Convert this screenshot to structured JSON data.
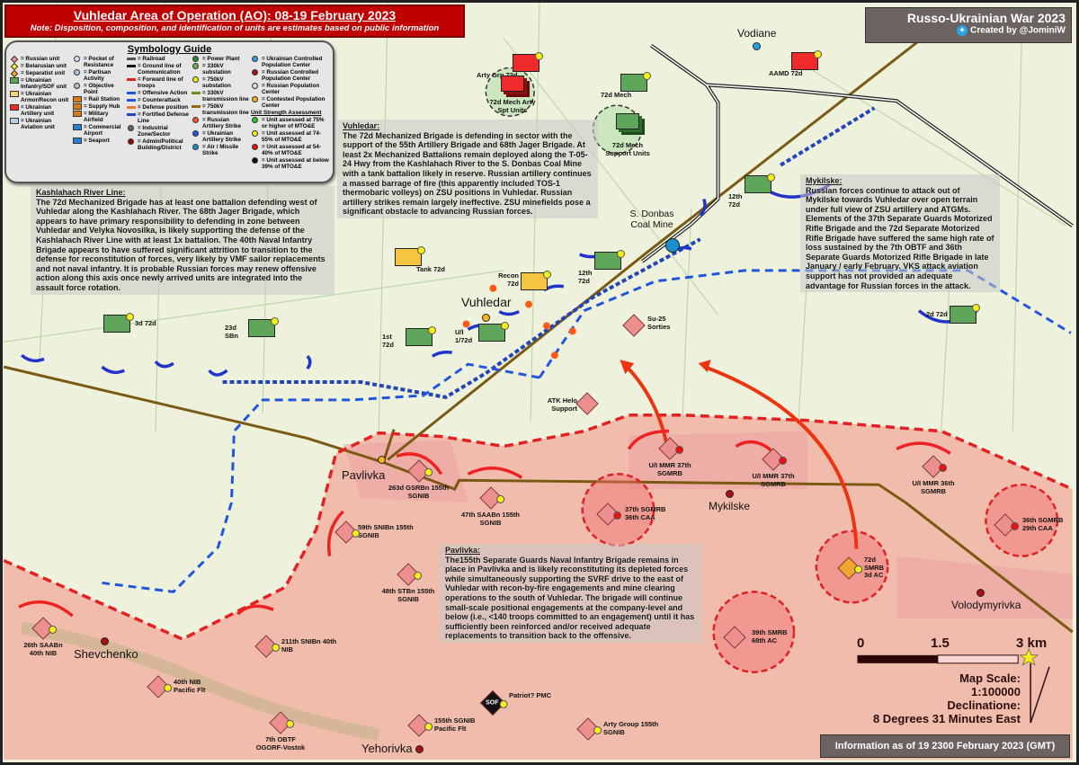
{
  "header": {
    "title": "Vuhledar Area of Operation (AO): 08-19 February 2023",
    "note": "Note: Disposition, composition, and identification of units are estimates based on public information"
  },
  "brand": {
    "title": "Russo-Ukrainian War 2023",
    "credit": "Created by @JominiW",
    "icon": "twitter-bird-icon"
  },
  "legend": {
    "title": "Symbology Guide",
    "columns": [
      [
        {
          "s": "dia",
          "c": "#ee8f8f",
          "t": "= Russian unit"
        },
        {
          "s": "dia",
          "c": "#f7ee1a",
          "t": "= Belarusian unit"
        },
        {
          "s": "dia",
          "c": "#f3a531",
          "t": "= Separatist unit"
        },
        {
          "s": "rect",
          "c": "#5fa65a",
          "t": "= Ukrainian Infantry/SOF unit"
        },
        {
          "s": "rect",
          "c": "#f5d27a",
          "t": "= Ukrainian Armor/Recon unit"
        },
        {
          "s": "rect",
          "c": "#ee2a2a",
          "t": "= Ukrainian Artillery unit"
        },
        {
          "s": "rect",
          "c": "#b8cfe8",
          "t": "= Ukrainian Aviation unit"
        }
      ],
      [
        {
          "s": "cir",
          "c": "#cfe0f7",
          "t": "= Pocket of Resistance"
        },
        {
          "s": "cir",
          "c": "#a9c4ee",
          "t": "= Partisan Activity"
        },
        {
          "s": "cir",
          "c": "#bbbbbb",
          "t": "= Objective Point"
        },
        {
          "s": "rect",
          "c": "#d97a1c",
          "t": "= Rail Station"
        },
        {
          "s": "rect",
          "c": "#d97a1c",
          "t": "= Supply Hub"
        },
        {
          "s": "rect",
          "c": "#d97a1c",
          "t": "= Military Airfield"
        },
        {
          "s": "rect",
          "c": "#2b7fd0",
          "t": "= Commercial Airport"
        },
        {
          "s": "rect",
          "c": "#2b7fd0",
          "t": "= Seaport"
        }
      ],
      [
        {
          "s": "line",
          "c": "#555555",
          "t": "= Railroad"
        },
        {
          "s": "line",
          "c": "#111111",
          "t": "= Ground line of Communication"
        },
        {
          "s": "line",
          "c": "#e22222",
          "t": "= Forward line of troops"
        },
        {
          "s": "line",
          "c": "#2255dd",
          "t": "= Offensive Action"
        },
        {
          "s": "line",
          "c": "#2255dd",
          "t": "= Counterattack"
        },
        {
          "s": "line",
          "c": "#ee7733",
          "t": "= Defense position"
        },
        {
          "s": "line",
          "c": "#2244bb",
          "t": "= Fortified Defense Line"
        },
        {
          "s": "cir",
          "c": "#556677",
          "t": "= Industrial Zone/Sector"
        },
        {
          "s": "cir",
          "c": "#8a1010",
          "t": "= Admin/Political Building/District"
        }
      ],
      [
        {
          "s": "cir",
          "c": "#2e8b2e",
          "t": "= Power Plant"
        },
        {
          "s": "cir",
          "c": "#6ab04c",
          "t": "= 330kV substation"
        },
        {
          "s": "cir",
          "c": "#f7ee1a",
          "t": "= 750kV substation"
        },
        {
          "s": "line",
          "c": "#6b8e23",
          "t": "= 330kV transmission line"
        },
        {
          "s": "line",
          "c": "#8b6914",
          "t": "= 750kV transmission line"
        },
        {
          "s": "cir",
          "c": "#ff5522",
          "t": "= Russian Artillery Strike"
        },
        {
          "s": "cir",
          "c": "#2255dd",
          "t": "= Ukrainian Artillery Strike"
        },
        {
          "s": "cir",
          "c": "#1a8fb8",
          "t": "= Air / Missile Strike"
        }
      ],
      [
        {
          "s": "cir",
          "c": "#2aa0e0",
          "t": "= Ukrainian Controlled Population Center"
        },
        {
          "s": "cir",
          "c": "#a81015",
          "t": "= Russian Controlled Population Center"
        },
        {
          "s": "cir",
          "c": "#dddddd",
          "t": "= Russian Population Center"
        },
        {
          "s": "cir",
          "c": "#f3b51a",
          "t": "= Contested Population Center"
        },
        {
          "s": "head",
          "c": "",
          "t": "Unit Strength Assessment"
        },
        {
          "s": "cir",
          "c": "#22cc22",
          "t": "= Unit assessed at 75% or higher of MTO&E"
        },
        {
          "s": "cir",
          "c": "#f7ee1a",
          "t": "= Unit assessed at 74-55% of MTO&E"
        },
        {
          "s": "cir",
          "c": "#e11111",
          "t": "= Unit assessed at 54-40% of MTO&E"
        },
        {
          "s": "cir",
          "c": "#111111",
          "t": "= Unit assessed at below 39% of MTO&E"
        }
      ]
    ]
  },
  "notes": {
    "kashlahach": {
      "heading": "Kashlahach River Line:",
      "body": "The 72d Mechanized Brigade has at least one battalion defending west of Vuhledar along the Kashlahach River. The 68th Jager Brigade, which appears to have primary responsibility to defending in zone between Vuhledar and Velyka Novosilka, is likely supporting the defense of the Kashlahach River Line with at least 1x battalion.  The 40th Naval Infantry Brigade appears to have suffered significant attrition to transition to the defense for reconstitution of forces, very likely by VMF sailor replacements and not naval infantry. It is probable Russian forces may renew offensive action along this axis once newly arrived units are integrated into the assault force rotation."
    },
    "vuhledar": {
      "heading": "Vuhledar:",
      "body": "The 72d Mechanized Brigade is defending in sector with the support of the 55th Artillery Brigade and 68th Jager Brigade. At least 2x Mechanized Battalions remain deployed along the T-05-24 Hwy from the Kashlahach River to the S. Donbas Coal Mine with a tank battalion likely in reserve. Russian artillery continues a massed barrage of fire (this apparently included TOS-1 thermobaric volleys) on ZSU positions in Vuhledar. Russian artillery strikes remain largely ineffective. ZSU minefields pose a significant obstacle to advancing Russian forces."
    },
    "mykilske": {
      "heading": "Mykilske:",
      "body": "Russian forces continue to attack out of Mykilske towards Vuhledar over open terrain under full view of ZSU artillery and ATGMs. Elements of the 37th Separate Guards Motorized Rifle Brigade and the 72d Separate Motorized Rifle Brigade have suffered the same high rate of loss sustained by the 7th OBTF and 36th Separate Guards Motorized Rifle Brigade in late January / early February. VKS attack aviation support has not provided an adequate advantage for Russian forces in the attack."
    },
    "pavlivka": {
      "heading": "Pavlivka:",
      "body": "The155th Separate Guards Naval Infantry Brigade remains in place in Pavlivka and is likely reconstituting its depleted forces while simultaneously supporting the SVRF drive to the east of Vuhledar with recon-by-fire engagements and mine clearing operations to the south of Vuhledar. The brigade will continue small-scale positional engagements at the company-level and below (i.e., <140 troops committed to an engagement) until it has sufficiently been reinforced and/or received adequate replacements to transition back to the offensive."
    }
  },
  "towns": {
    "vodiane": "Vodiane",
    "vuhledar": "Vuhledar",
    "pavlivka": "Pavlivka",
    "mykilske": "Mykilske",
    "shevchenko": "Shevchenko",
    "yehorivka": "Yehorivka",
    "volodymyrivka": "Volodymyrivka",
    "coal_mine": "S. Donbas Coal Mine"
  },
  "ua_units": {
    "arty_grp": "Arty Grp 72d",
    "arty_spt": "72d Mech Arty Spt Units",
    "mech": "72d Mech",
    "mech_spt": "72d Mech Support Units",
    "aamd": "AAMD 72d",
    "bn12_a": "12th 72d",
    "bn12_b": "12th 72d",
    "tank": "Tank 72d",
    "recon": "Recon 72d",
    "ui": "U/I 1/72d",
    "bn1": "1st 72d",
    "bn3": "3d 72d",
    "bn23": "23d SBn",
    "bn2": "2d 72d"
  },
  "ru_units": {
    "su25": "Su-25 Sorties",
    "helo": "ATK Helo Support",
    "gsrbn263": "263d GSRBn 155th SGNIB",
    "saabn47": "47th SAABn 155th SGNIB",
    "snibn59": "59th SNIBn 155th SGNIB",
    "stbn48": "48th STBn 155th SGNIB",
    "mmr37a": "U/I MMR 37th SGMRB",
    "mmr37b": "U/I MMR 37th SGMRB",
    "mmr36": "U/I MMR 36th SGMRB",
    "sgmrb37": "37th SGMRB 36th CAA",
    "sgmrb36": "36th SGMRB 29th CAA",
    "smrb72": "72d SMRB 3d AC",
    "smrb39": "39th SMRB 68th AC",
    "saabn26": "26th SAABn 40th NIB",
    "snibn211": "211th SNIBn 40th NIB",
    "nib40": "40th NIB Pacific Flt",
    "obtf7": "7th OBTF OGORF-Vostok",
    "sgnib155": "155th SGNIB Pacific Flt",
    "pmc": "Patriot? PMC",
    "sof": "SOF",
    "arty155": "Arty Group 155th SGNIB"
  },
  "scale": {
    "ticks": [
      "0",
      "1.5",
      "3 km"
    ],
    "map_scale_label": "Map Scale:",
    "map_scale": "1:100000",
    "declination_label": "Declinatione:",
    "declination": "8 Degrees 31 Minutes East"
  },
  "info": "Information as of 19 2300 February 2023 (GMT)",
  "colors": {
    "russian_area": "#f2b6a6",
    "ukr_area": "#eef2dc",
    "russian_flot": "#e22222",
    "ukr_flot": "#2255dd",
    "title_red": "#c00000"
  }
}
